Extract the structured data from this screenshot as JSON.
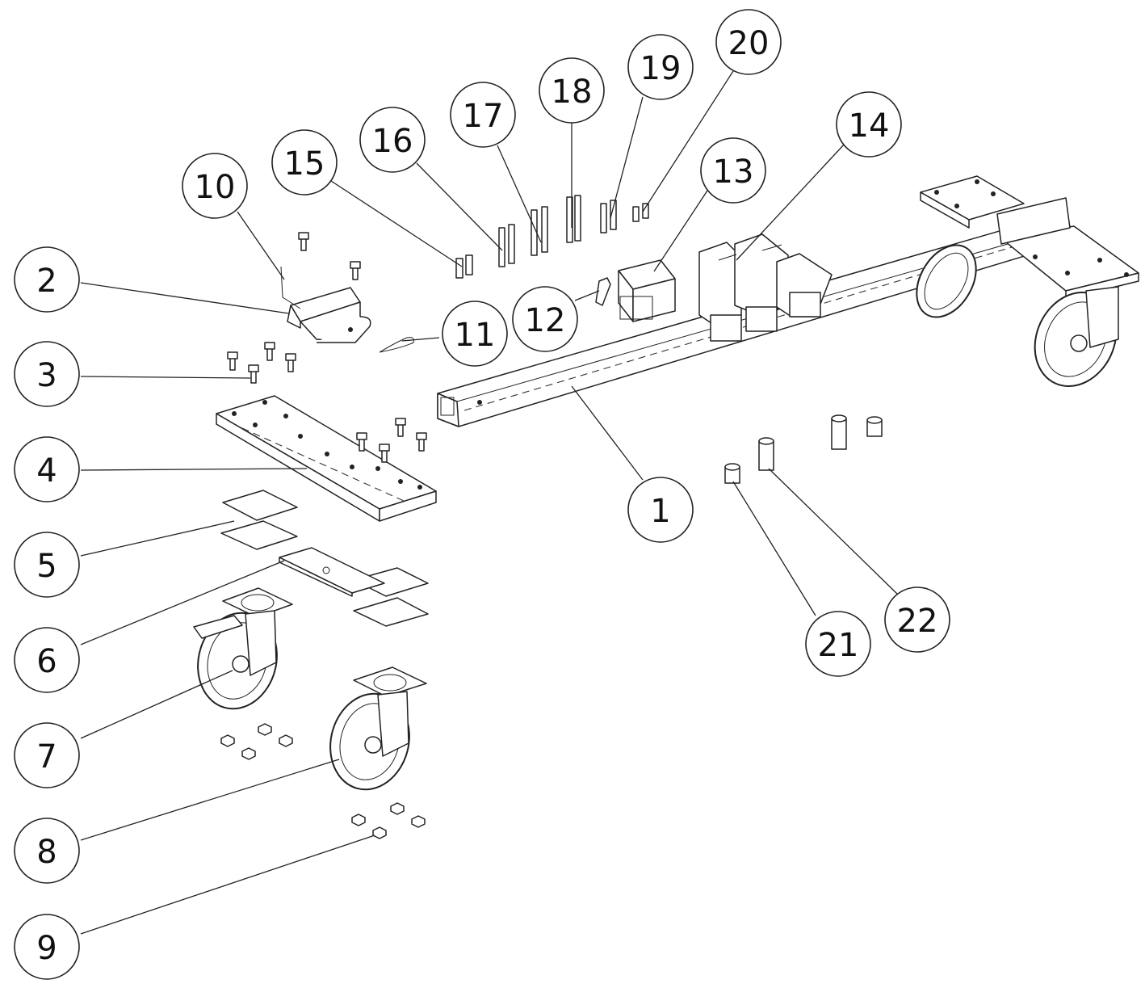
{
  "diagram": {
    "type": "exploded-assembly-drawing",
    "balloons": [
      {
        "id": "b1",
        "label": "1"
      },
      {
        "id": "b2",
        "label": "2"
      },
      {
        "id": "b3",
        "label": "3"
      },
      {
        "id": "b4",
        "label": "4"
      },
      {
        "id": "b5",
        "label": "5"
      },
      {
        "id": "b6",
        "label": "6"
      },
      {
        "id": "b7",
        "label": "7"
      },
      {
        "id": "b8",
        "label": "8"
      },
      {
        "id": "b9",
        "label": "9"
      },
      {
        "id": "b10",
        "label": "10"
      },
      {
        "id": "b11",
        "label": "11"
      },
      {
        "id": "b12",
        "label": "12"
      },
      {
        "id": "b13",
        "label": "13"
      },
      {
        "id": "b14",
        "label": "14"
      },
      {
        "id": "b15",
        "label": "15"
      },
      {
        "id": "b16",
        "label": "16"
      },
      {
        "id": "b17",
        "label": "17"
      },
      {
        "id": "b18",
        "label": "18"
      },
      {
        "id": "b19",
        "label": "19"
      },
      {
        "id": "b20",
        "label": "20"
      },
      {
        "id": "b21",
        "label": "21"
      },
      {
        "id": "b22",
        "label": "22"
      }
    ],
    "colors": {
      "line": "#222222",
      "background": "#ffffff"
    }
  }
}
